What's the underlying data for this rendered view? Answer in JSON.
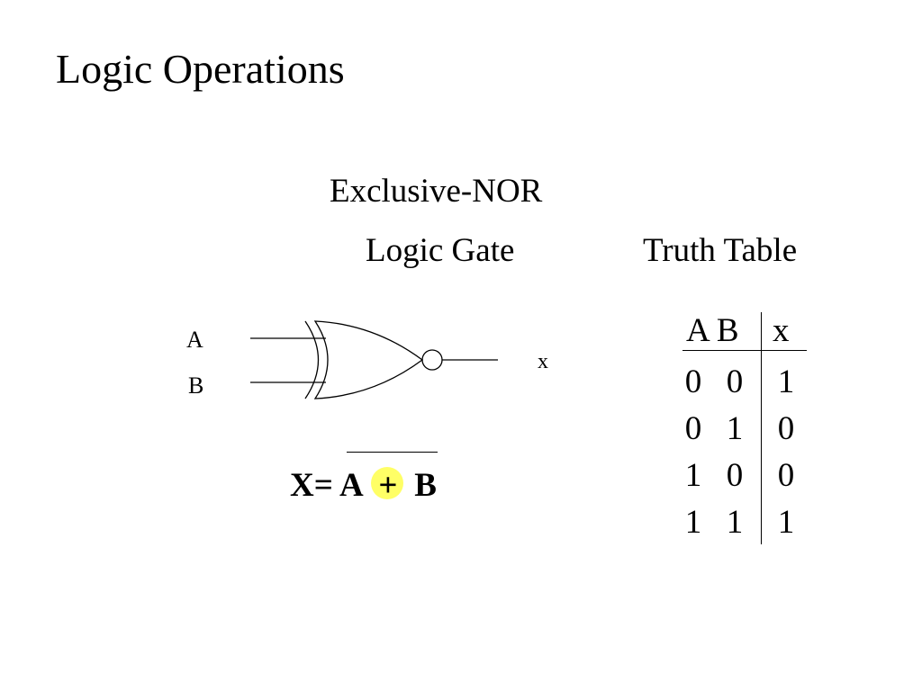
{
  "slide": {
    "title": "Logic Operations",
    "subtitle": "Exclusive-NOR",
    "gate_heading": "Logic Gate",
    "table_heading": "Truth Table"
  },
  "gate": {
    "type": "xnor-gate",
    "input_a": "A",
    "input_b": "B",
    "output": "x"
  },
  "equation": {
    "lhs": "X=",
    "operand_a": "A",
    "operator": "+",
    "operand_b": "B",
    "highlight_color": "#ffff66"
  },
  "truth_table": {
    "headers": {
      "inputs": "A B",
      "output": "x"
    },
    "rows": [
      [
        "0",
        "0",
        "1"
      ],
      [
        "0",
        "1",
        "0"
      ],
      [
        "1",
        "0",
        "0"
      ],
      [
        "1",
        "1",
        "1"
      ]
    ]
  }
}
